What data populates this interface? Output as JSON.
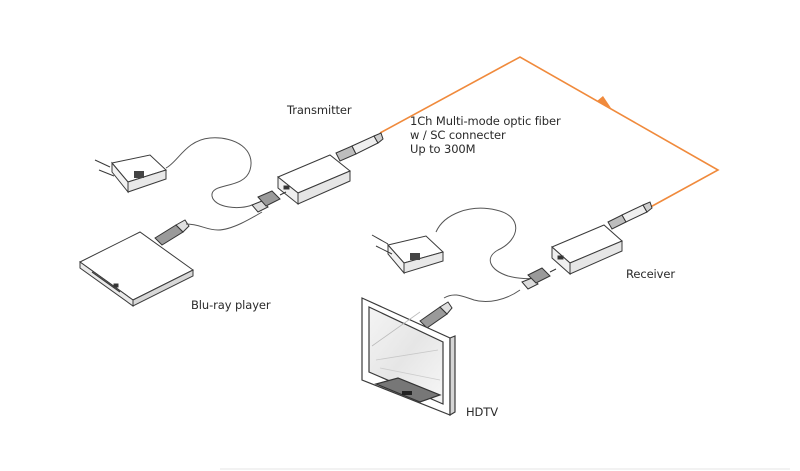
{
  "labels": {
    "transmitter": "Transmitter",
    "receiver": "Receiver",
    "bluray": "Blu-ray player",
    "hdtv": "HDTV",
    "fiber_line1": "1Ch Multi-mode optic fiber",
    "fiber_line2": "w / SC connecter",
    "fiber_line3": "Up to 300M"
  },
  "colors": {
    "fiber": "#f08a3c",
    "device_stroke": "#3a3a3a",
    "cable": "#555555"
  },
  "icons": [
    "power-adapter-icon",
    "transmitter-box",
    "receiver-box",
    "bluray-player-icon",
    "hdtv-icon",
    "sc-connector-icon",
    "hdmi-plug-icon"
  ]
}
